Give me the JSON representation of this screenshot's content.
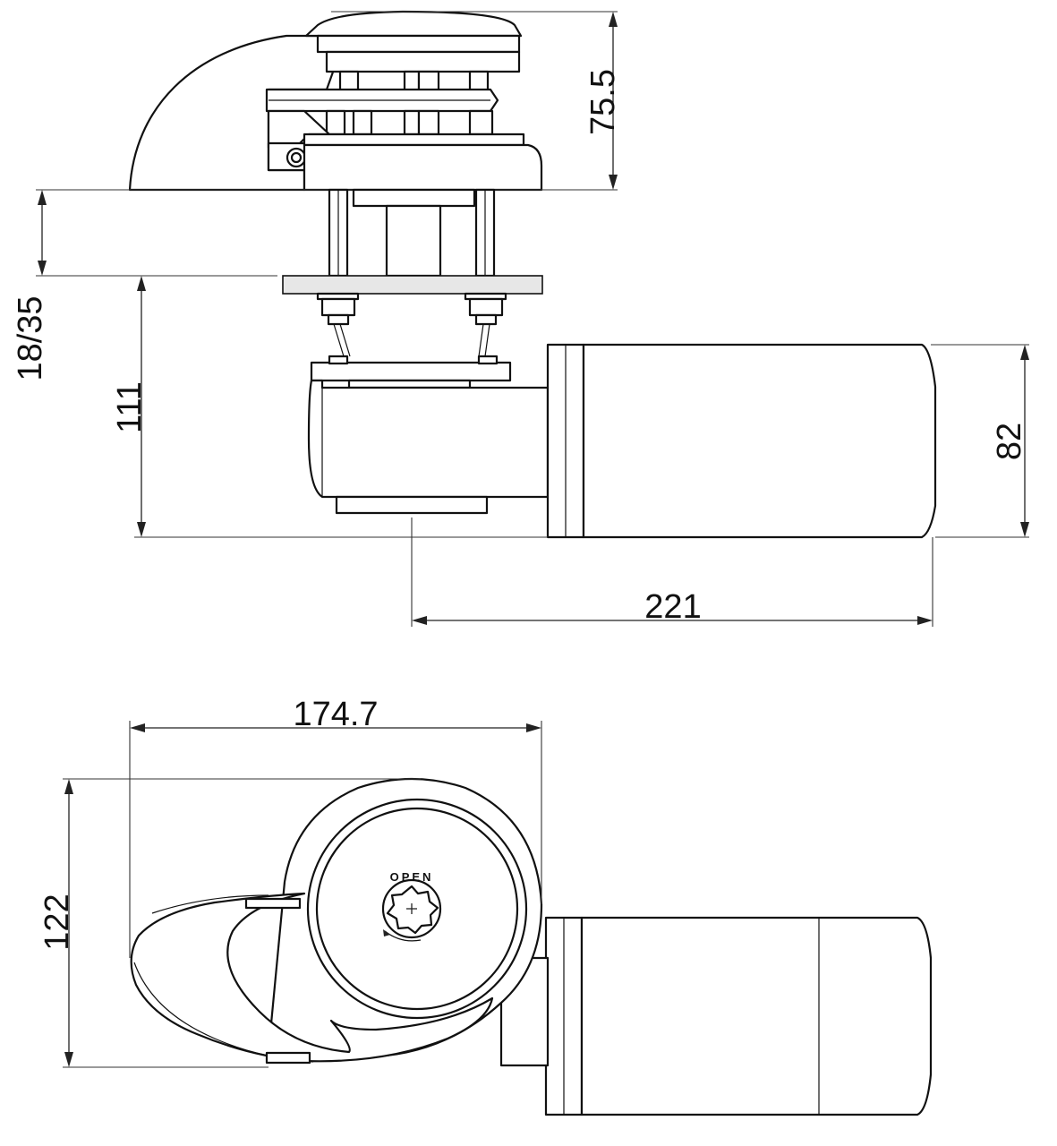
{
  "dimensions": {
    "height_top": "75.5",
    "deck_thickness": "18/35",
    "below_deck": "111",
    "motor_diameter": "82",
    "overall_length": "221",
    "width_top_view": "174.7",
    "depth_top_view": "122"
  },
  "labels": {
    "release_mark": "OPEN"
  },
  "colors": {
    "line": "#111111",
    "deck_plate": "#e7e7e7"
  }
}
